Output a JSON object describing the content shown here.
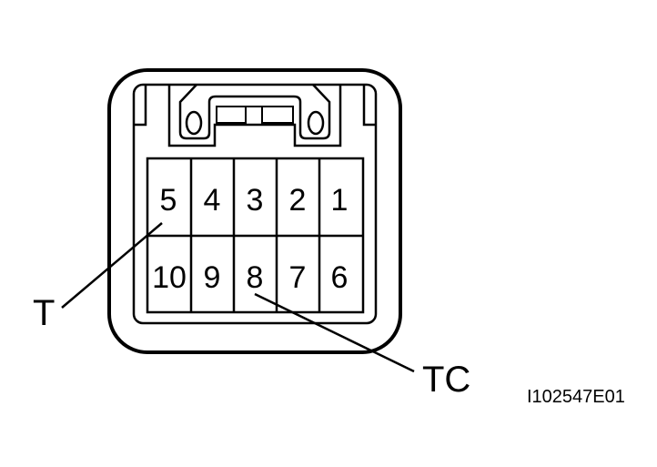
{
  "connector": {
    "top_row_pins": [
      "5",
      "4",
      "3",
      "2",
      "1"
    ],
    "bottom_row_pins": [
      "10",
      "9",
      "8",
      "7",
      "6"
    ]
  },
  "callouts": {
    "t_label": "T",
    "tc_label": "TC"
  },
  "figure_code": "I102547E01"
}
